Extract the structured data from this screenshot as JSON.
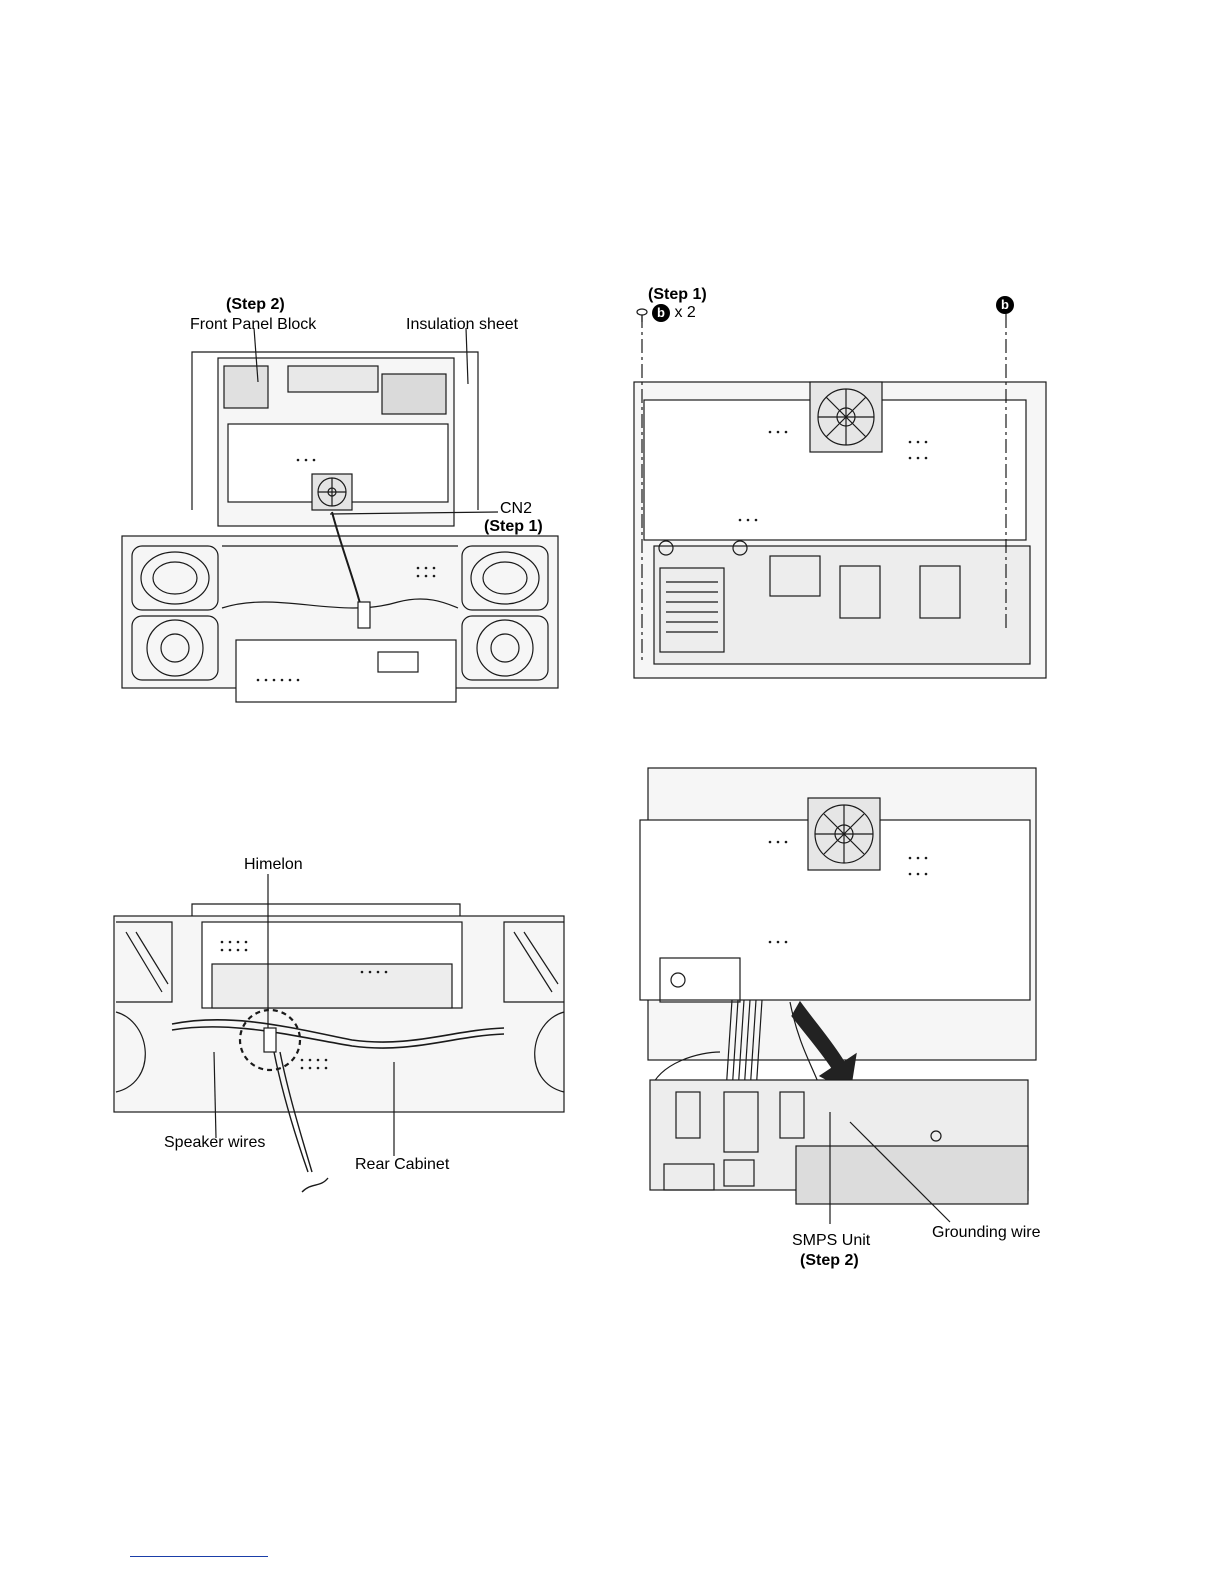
{
  "figures": [
    {
      "id": "front-panel-removal",
      "labels": {
        "step2": "(Step 2)",
        "front_panel_block": "Front Panel Block",
        "insulation_sheet": "Insulation sheet",
        "cn2": "CN2",
        "step1": "(Step 1)"
      }
    },
    {
      "id": "screw-removal",
      "labels": {
        "step1": "(Step 1)",
        "screw_badge": "b",
        "screw_count": "x 2",
        "screw_badge_right": "b"
      }
    },
    {
      "id": "wire-routing",
      "labels": {
        "himelon": "Himelon",
        "speaker_wires": "Speaker wires",
        "rear_cabinet": "Rear Cabinet"
      }
    },
    {
      "id": "smps-removal",
      "labels": {
        "smps_unit": "SMPS Unit",
        "step2": "(Step 2)",
        "grounding_wire": "Grounding wire"
      }
    }
  ],
  "colors": {
    "line": "#1a1a1a",
    "fill_light": "#f4f4f4",
    "fill_mid": "#d9d9d9",
    "footer_link": "#1a3ea8"
  }
}
